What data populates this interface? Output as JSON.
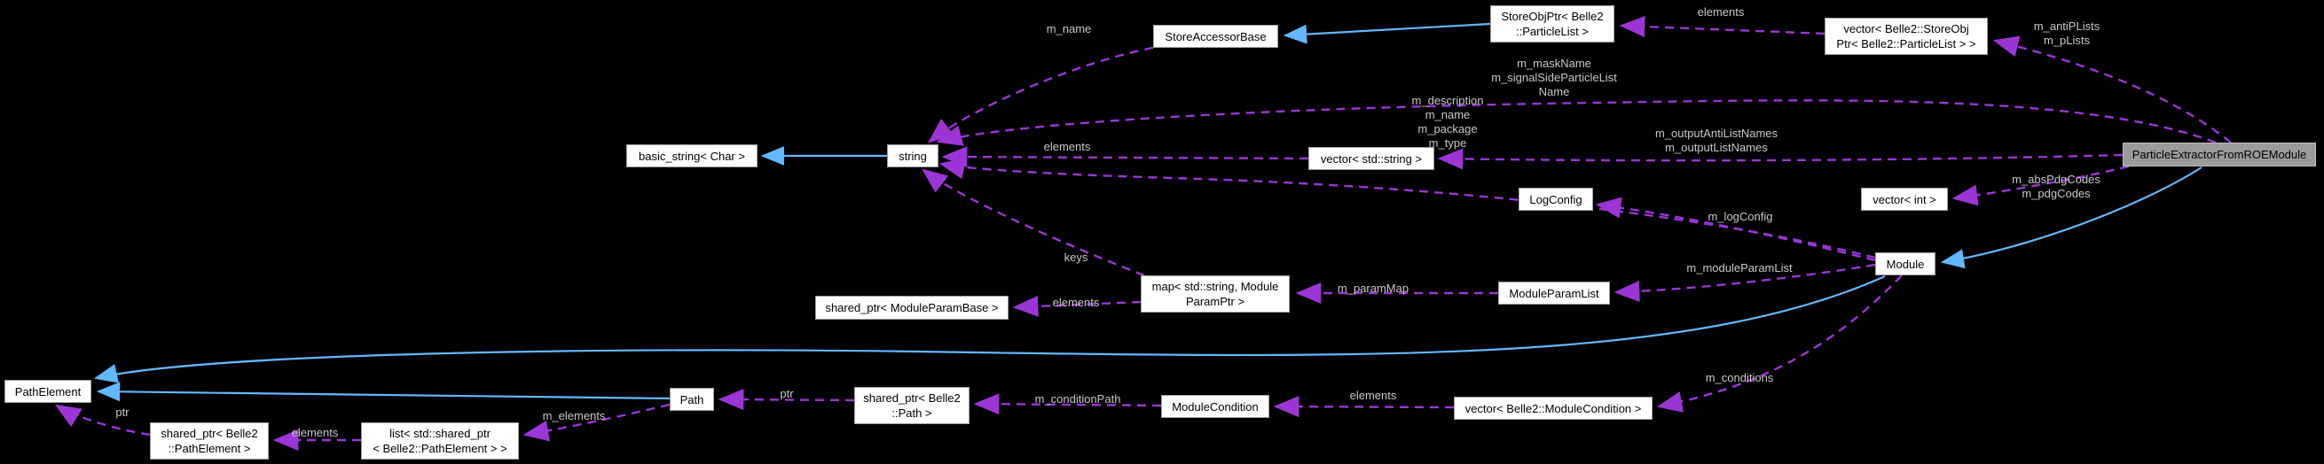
{
  "diagram": {
    "kind": "doxygen-collaboration-graph",
    "main_class": "ParticleExtractorFromROEModule",
    "colors": {
      "background": "#000000",
      "node_background": "#ffffff",
      "main_node_background": "#9b9b9b",
      "node_border": "#9f9f9f",
      "inheritance_arrow": "#63b8ff",
      "usage_arrow": "#9c35d6",
      "edge_label_text": "#c8c8c8",
      "node_text": "#000000"
    },
    "nodes": {
      "basicString": {
        "label": "basic_string< Char >"
      },
      "string": {
        "label": "string"
      },
      "storeAccessorBase": {
        "label": "StoreAccessorBase"
      },
      "storeObjPtr": {
        "label": "StoreObjPtr< Belle2\n::ParticleList >"
      },
      "vectorStoreObjPtr": {
        "label": "vector< Belle2::StoreObj\nPtr< Belle2::ParticleList > >"
      },
      "mainNode": {
        "label": "ParticleExtractorFromROEModule"
      },
      "vectorString": {
        "label": "vector< std::string >"
      },
      "logConfig": {
        "label": "LogConfig"
      },
      "vectorInt": {
        "label": "vector< int >"
      },
      "module": {
        "label": "Module"
      },
      "sharedPtrModuleParamBase": {
        "label": "shared_ptr< ModuleParamBase >"
      },
      "mapParam": {
        "label": "map< std::string, Module\nParamPtr >"
      },
      "moduleParamList": {
        "label": "ModuleParamList"
      },
      "pathElement": {
        "label": "PathElement"
      },
      "sharedPtrPathElement": {
        "label": "shared_ptr< Belle2\n::PathElement >"
      },
      "listSharedPtr": {
        "label": "list< std::shared_ptr\n< Belle2::PathElement > >"
      },
      "path": {
        "label": "Path"
      },
      "sharedPtrPath": {
        "label": "shared_ptr< Belle2\n::Path >"
      },
      "moduleCondition": {
        "label": "ModuleCondition"
      },
      "vectorModuleCondition": {
        "label": "vector< Belle2::ModuleCondition >"
      }
    },
    "edge_labels": {
      "m_name_store": "m_name",
      "elements_storeobj": "elements",
      "m_antiPLists": "m_antiPLists\nm_pLists",
      "m_maskName": "m_maskName\nm_signalSideParticleList\nName",
      "elements_string": "elements",
      "m_outputNames": "m_outputAntiListNames\nm_outputListNames",
      "m_module_strings": "m_description\nm_name\nm_package\nm_type",
      "m_logConfig": "m_logConfig",
      "m_pdgCodes": "m_absPdgCodes\nm_pdgCodes",
      "keys": "keys",
      "elements_param": "elements",
      "m_paramMap": "m_paramMap",
      "m_moduleParamList": "m_moduleParamList",
      "m_conditions": "m_conditions",
      "elements_conditions": "elements",
      "m_conditionPath": "m_conditionPath",
      "ptr_path": "ptr",
      "m_elements": "m_elements",
      "elements_pathelement": "elements",
      "ptr_pathelement": "ptr"
    }
  }
}
